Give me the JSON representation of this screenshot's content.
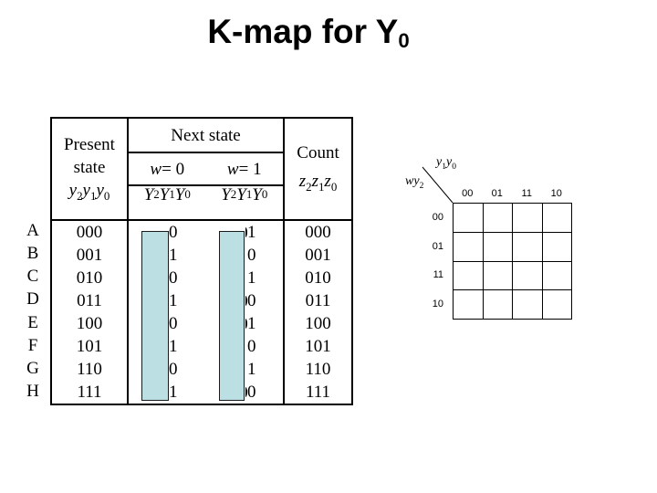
{
  "title": {
    "parts": [
      {
        "t": "K-map for Y"
      },
      {
        "sub": "0"
      }
    ]
  },
  "state_table": {
    "header": {
      "present_line1": "Present",
      "present_line2": "state",
      "present_vars": [
        {
          "t": "y",
          "i": true
        },
        {
          "sub": "2"
        },
        {
          "t": "y",
          "i": true
        },
        {
          "sub": "1"
        },
        {
          "t": "y",
          "i": true
        },
        {
          "sub": "0"
        }
      ],
      "next_state_label": "Next state",
      "w0_label": [
        {
          "t": "w",
          "i": true
        },
        {
          "t": " = 0"
        }
      ],
      "w1_label": [
        {
          "t": "w",
          "i": true
        },
        {
          "t": " = 1"
        }
      ],
      "w0_vars": [
        {
          "t": "Y",
          "i": true
        },
        {
          "sub": "2"
        },
        {
          "t": "Y",
          "i": true
        },
        {
          "sub": "1"
        },
        {
          "t": "Y",
          "i": true
        },
        {
          "sub": "0"
        }
      ],
      "w1_vars": [
        {
          "t": "Y",
          "i": true
        },
        {
          "sub": "2"
        },
        {
          "t": "Y",
          "i": true
        },
        {
          "sub": "1"
        },
        {
          "t": "Y",
          "i": true
        },
        {
          "sub": "0"
        }
      ],
      "count_label": "Count",
      "count_vars": [
        {
          "t": "z",
          "i": true
        },
        {
          "sub": "2"
        },
        {
          "t": "z",
          "i": true
        },
        {
          "sub": "1"
        },
        {
          "t": "z",
          "i": true
        },
        {
          "sub": "0"
        }
      ]
    },
    "highlight_color": "#bcdfe3",
    "rows": [
      {
        "label": "A",
        "present": "000",
        "w0_visible": "0",
        "w1_visible": "1",
        "w1_sliver": true,
        "count": "000"
      },
      {
        "label": "B",
        "present": "001",
        "w0_visible": "1",
        "w1_visible": "0",
        "w1_sliver": false,
        "count": "001"
      },
      {
        "label": "C",
        "present": "010",
        "w0_visible": "0",
        "w1_visible": "1",
        "w1_sliver": false,
        "count": "010"
      },
      {
        "label": "D",
        "present": "011",
        "w0_visible": "1",
        "w1_visible": "0",
        "w1_sliver": true,
        "count": "011"
      },
      {
        "label": "E",
        "present": "100",
        "w0_visible": "0",
        "w1_visible": "1",
        "w1_sliver": true,
        "count": "100"
      },
      {
        "label": "F",
        "present": "101",
        "w0_visible": "1",
        "w1_visible": "0",
        "w1_sliver": false,
        "count": "101"
      },
      {
        "label": "G",
        "present": "110",
        "w0_visible": "0",
        "w1_visible": "1",
        "w1_sliver": false,
        "count": "110"
      },
      {
        "label": "H",
        "present": "111",
        "w0_visible": "1",
        "w1_visible": "0",
        "w1_sliver": true,
        "count": "111"
      }
    ]
  },
  "kmap": {
    "axis_top_label": [
      {
        "t": "y",
        "i": true
      },
      {
        "sub": "1"
      },
      {
        "t": "y",
        "i": true
      },
      {
        "sub": "0"
      }
    ],
    "axis_left_label": [
      {
        "t": "wy",
        "i": true
      },
      {
        "sub": "2"
      }
    ],
    "col_headers": [
      "00",
      "01",
      "11",
      "10"
    ],
    "row_headers": [
      "00",
      "01",
      "11",
      "10"
    ]
  }
}
